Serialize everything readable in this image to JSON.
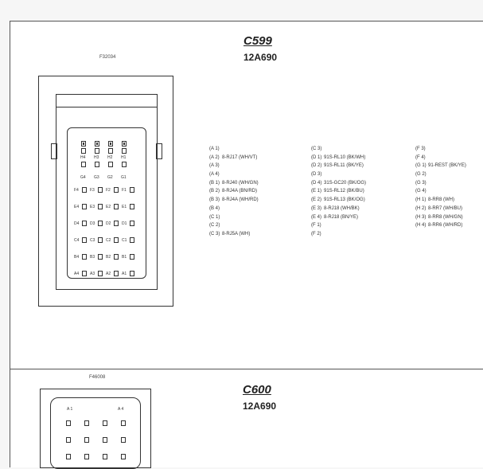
{
  "c599": {
    "title": "C599",
    "subtitle": "12A690",
    "figure_ref": "F32034",
    "top_row_labels": [
      "H4",
      "H3",
      "H2",
      "H1"
    ],
    "second_row_labels": [
      "G4",
      "G3",
      "G2",
      "G1"
    ],
    "cavity_rows": [
      [
        "F4",
        "F3",
        "F2",
        "F1"
      ],
      [
        "E4",
        "E3",
        "E2",
        "E1"
      ],
      [
        "D4",
        "D3",
        "D2",
        "D1"
      ],
      [
        "C4",
        "C3",
        "C2",
        "C1"
      ],
      [
        "B4",
        "B3",
        "B2",
        "B1"
      ],
      [
        "A4",
        "A3",
        "A2",
        "A1"
      ]
    ],
    "pinout": {
      "col1": [
        {
          "pin": "(A 1)",
          "circuit": ""
        },
        {
          "pin": "(A 2)",
          "circuit": "8-RJ17 (WH/VT)"
        },
        {
          "pin": "(A 3)",
          "circuit": ""
        },
        {
          "pin": "(A 4)",
          "circuit": ""
        },
        {
          "pin": "(B 1)",
          "circuit": "8-RJ40 (WH/GN)"
        },
        {
          "pin": "(B 2)",
          "circuit": "8-RJ4A (BN/RD)"
        },
        {
          "pin": "(B 3)",
          "circuit": "8-RJ4A (WH/RD)"
        },
        {
          "pin": "(B 4)",
          "circuit": ""
        },
        {
          "pin": "(C 1)",
          "circuit": ""
        },
        {
          "pin": "(C 2)",
          "circuit": ""
        },
        {
          "pin": "(C 3)",
          "circuit": "8-RJ5A (WH)"
        }
      ],
      "col2": [
        {
          "pin": "(C 3)",
          "circuit": ""
        },
        {
          "pin": "(D 1)",
          "circuit": "91S-RL10 (BK/WH)"
        },
        {
          "pin": "(D 2)",
          "circuit": "91S-RL11 (BK/YE)"
        },
        {
          "pin": "(D 3)",
          "circuit": ""
        },
        {
          "pin": "(D 4)",
          "circuit": "31S-GC20 (BK/OG)"
        },
        {
          "pin": "(E 1)",
          "circuit": "91S-RL12 (BK/BU)"
        },
        {
          "pin": "(E 2)",
          "circuit": "91S-RL13 (BK/OG)"
        },
        {
          "pin": "(E 3)",
          "circuit": "8-RJ18 (WH/BK)"
        },
        {
          "pin": "(E 4)",
          "circuit": "8-RJ18 (BN/YE)"
        },
        {
          "pin": "(F 1)",
          "circuit": ""
        },
        {
          "pin": "(F 2)",
          "circuit": ""
        }
      ],
      "col3": [
        {
          "pin": "(F 3)",
          "circuit": ""
        },
        {
          "pin": "(F 4)",
          "circuit": ""
        },
        {
          "pin": "(G 1)",
          "circuit": "91-REST (BK/YE)"
        },
        {
          "pin": "(G 2)",
          "circuit": ""
        },
        {
          "pin": "(G 3)",
          "circuit": ""
        },
        {
          "pin": "(G 4)",
          "circuit": ""
        },
        {
          "pin": "(H 1)",
          "circuit": "8-RR8 (WH)"
        },
        {
          "pin": "(H 2)",
          "circuit": "8-RR7 (WH/BU)"
        },
        {
          "pin": "(H 3)",
          "circuit": "8-RR8 (WH/GN)"
        },
        {
          "pin": "(H 4)",
          "circuit": "8-RR6 (WH/RD)"
        }
      ]
    }
  },
  "c600": {
    "title": "C600",
    "subtitle": "12A690",
    "figure_ref": "F46008",
    "corner_labels": [
      "A 1",
      "A 4"
    ]
  }
}
